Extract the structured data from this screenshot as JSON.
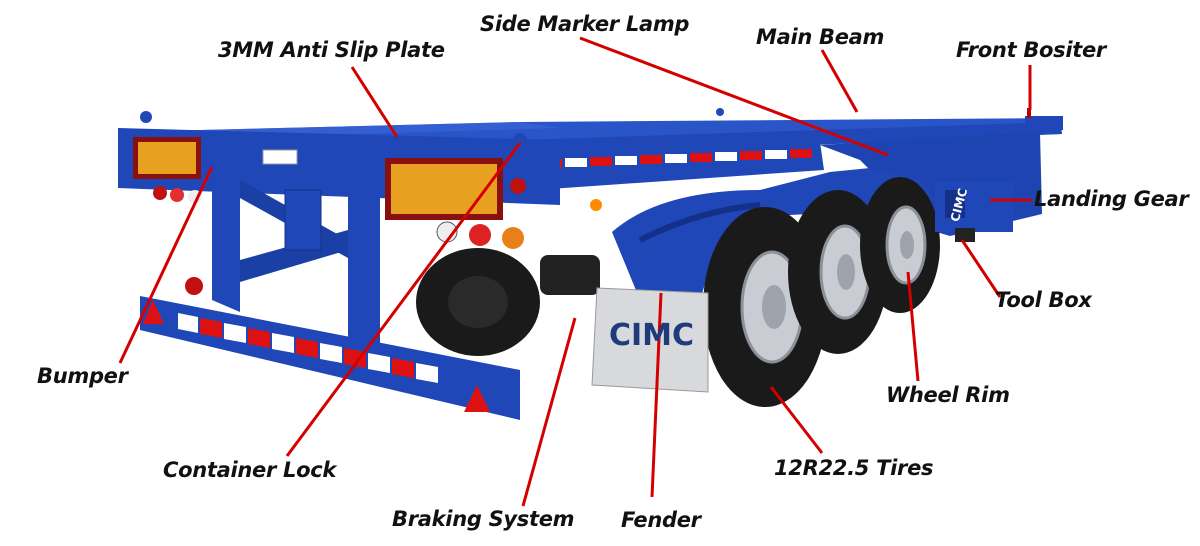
{
  "labels": {
    "side_marker_lamp": "Side Marker Lamp",
    "main_beam": "Main Beam",
    "front_bositer": "Front Bositer",
    "anti_slip_plate": "3MM Anti Slip Plate",
    "landing_gear": "Landing Gear",
    "tool_box": "Tool Box",
    "wheel_rim": "Wheel Rim",
    "tires": "12R22.5 Tires",
    "fender": "Fender",
    "braking_system": "Braking System",
    "container_lock": "Container Lock",
    "bumper": "Bumper"
  },
  "brand": {
    "mudflap_logo": "CIMC",
    "side_logo": "CIMC"
  },
  "colors": {
    "frame_blue": "#1f47b8",
    "frame_dark": "#143089",
    "leader_red": "#d40000",
    "reflector_amber": "#e8a020",
    "tire_black": "#1a1a1a",
    "rim_silver": "#c9ccd2"
  }
}
